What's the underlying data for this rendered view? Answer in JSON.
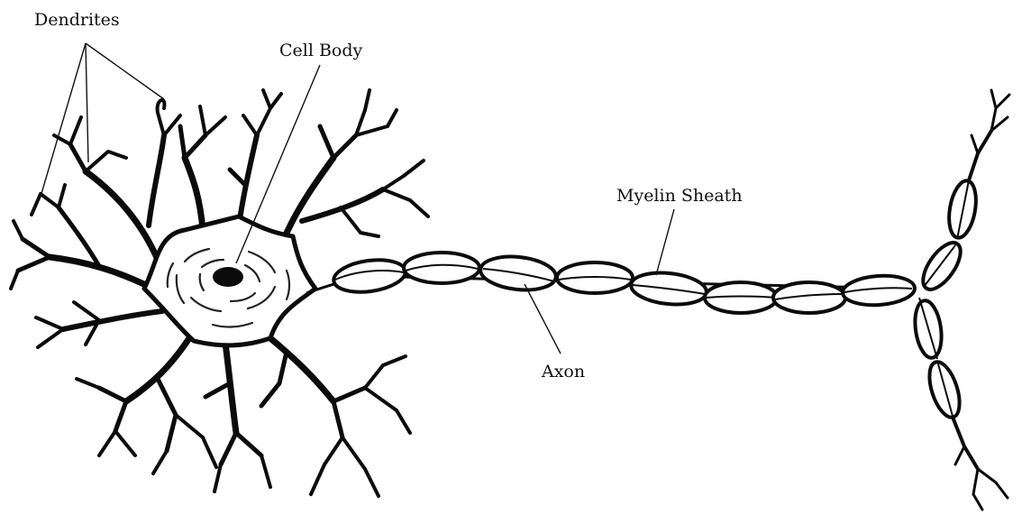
{
  "diagram": {
    "labels": {
      "dendrites": "Dendrites",
      "cell_body": "Cell Body",
      "myelin_sheath": "Myelin Sheath",
      "axon": "Axon"
    },
    "colors": {
      "ink": "#0b0b0b",
      "background": "#ffffff"
    }
  }
}
